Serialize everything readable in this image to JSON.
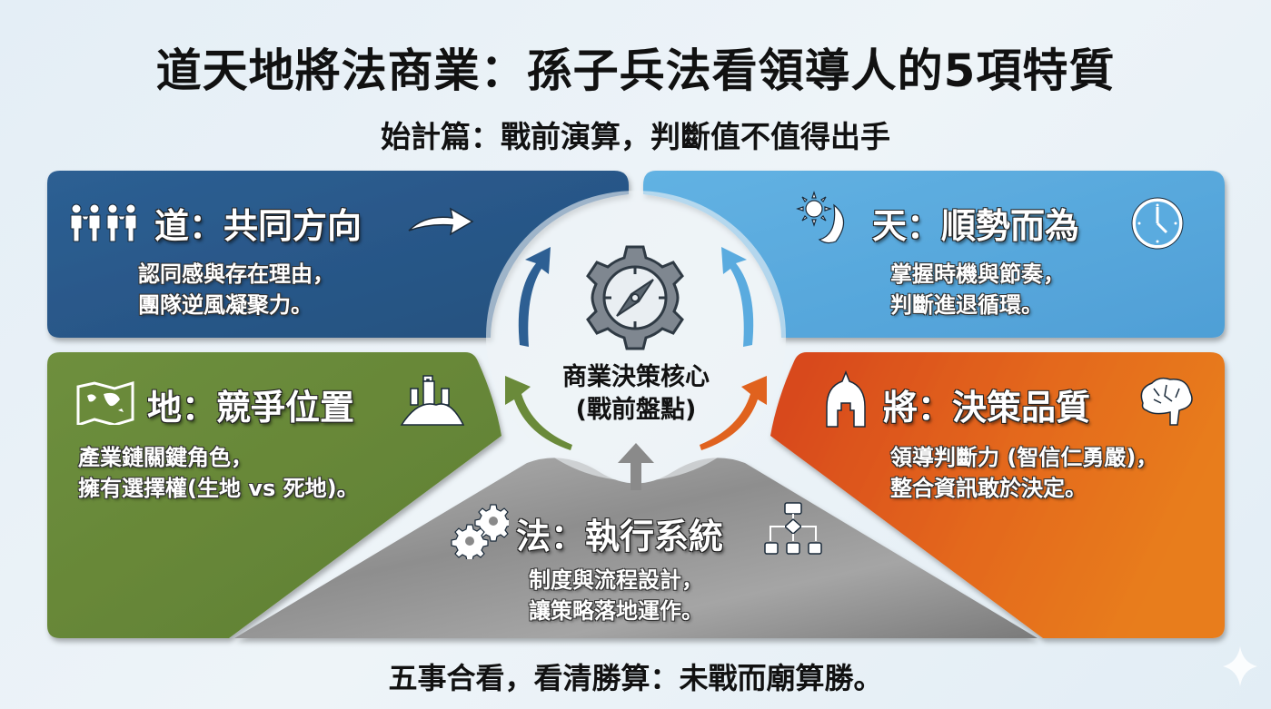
{
  "header": {
    "title": "道天地將法商業：孫子兵法看領導人的5項特質",
    "subtitle": "始計篇：戰前演算，判斷值不值得出手"
  },
  "center": {
    "icon": "compass-gear-icon",
    "label_line1": "商業決策核心",
    "label_line2": "(戰前盤點)"
  },
  "panels": [
    {
      "key": "dao",
      "title": "道：共同方向",
      "desc_lines": [
        "認同感與存在理由，",
        "團隊逆風凝聚力。"
      ],
      "color": "#2a5a8c",
      "icons": [
        "people-icon",
        "arrow-right-icon"
      ]
    },
    {
      "key": "tian",
      "title": "天：順勢而為",
      "desc_lines": [
        "掌握時機與節奏，",
        "判斷進退循環。"
      ],
      "color": "#5aabdf",
      "icons": [
        "sun-moon-icon",
        "clock-icon"
      ]
    },
    {
      "key": "di",
      "title": "地：競爭位置",
      "desc_lines": [
        "產業鏈關鍵角色，",
        "擁有選擇權(生地 vs 死地)。"
      ],
      "color": "#6a8a3a",
      "icons": [
        "map-icon",
        "castle-hill-icon"
      ]
    },
    {
      "key": "jiang",
      "title": "將：決策品質",
      "desc_lines": [
        "領導判斷力 (智信仁勇嚴)，",
        "整合資訊敢於決定。"
      ],
      "color": "#e0621e",
      "icons": [
        "helmet-icon",
        "brain-icon"
      ]
    },
    {
      "key": "fa",
      "title": "法：執行系統",
      "desc_lines": [
        "制度與流程設計，",
        "讓策略落地運作。"
      ],
      "color": "#8a8a8a",
      "icons": [
        "gears-icon",
        "flowchart-icon"
      ]
    }
  ],
  "footer": {
    "text": "五事合看，看清勝算：未戰而廟算勝。"
  },
  "watermark": {
    "icon": "sparkle-icon"
  }
}
